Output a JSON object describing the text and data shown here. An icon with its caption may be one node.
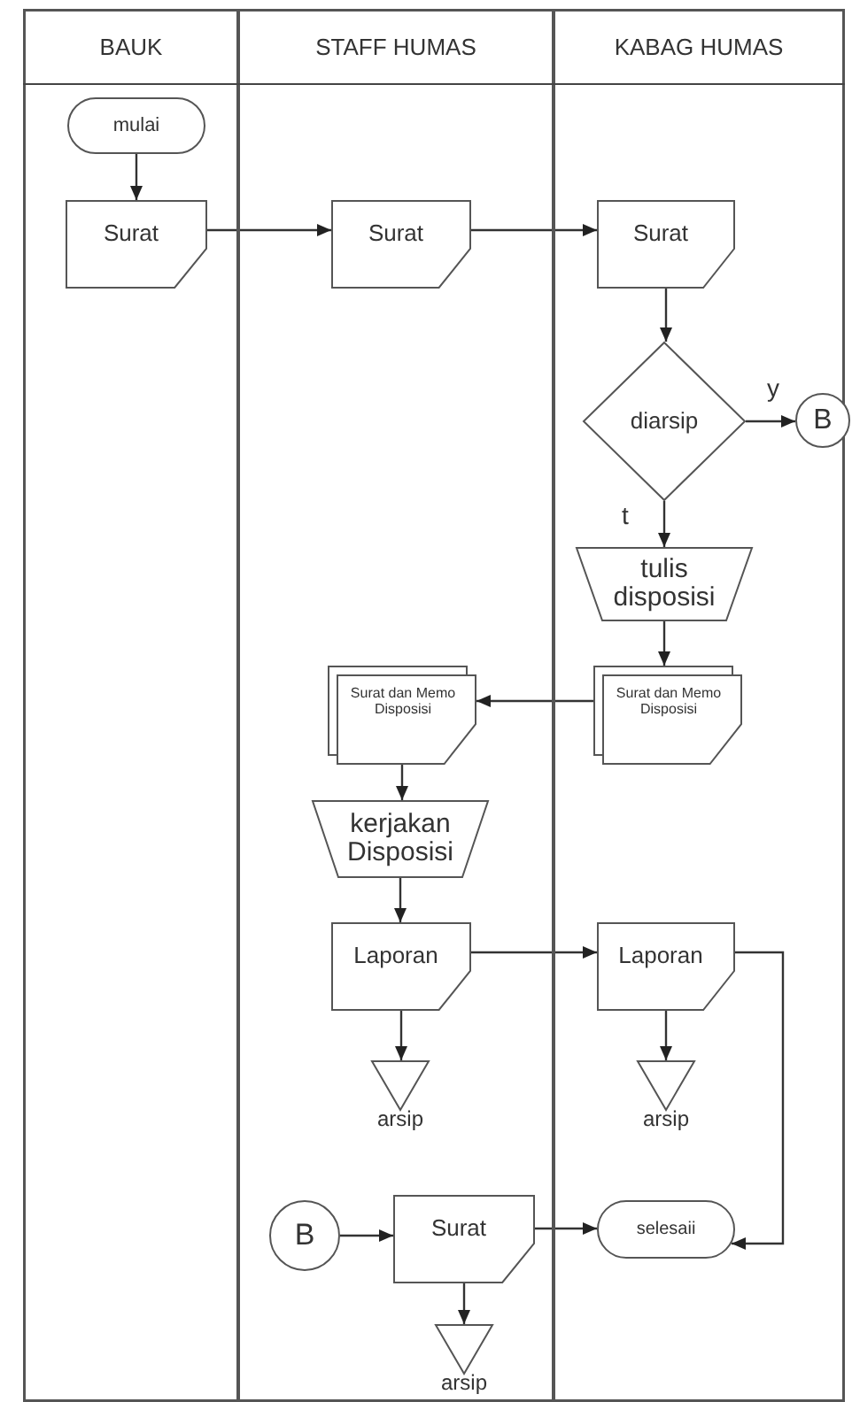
{
  "diagram": {
    "nodes": [
      {
        "text": [
          "BAUK"
        ]
      },
      {
        "text": [
          "STAFF HUMAS"
        ]
      },
      {
        "text": [
          "KABAG HUMAS"
        ]
      },
      {
        "text": [
          "mulai"
        ],
        "in": 0
      },
      {
        "text": [
          "Surat"
        ],
        "in": 0
      },
      {
        "text": [
          "Surat"
        ],
        "in": 1
      },
      {
        "text": [
          "Surat"
        ],
        "in": 2
      },
      {
        "text": [
          "diarsip"
        ],
        "in": 2
      },
      {
        "text": [
          "B"
        ]
      },
      {
        "text": [
          "tulis disposisi"
        ],
        "in": 2
      },
      {
        "text": [
          "Surat dan Memo Disposisi"
        ],
        "in": 2
      },
      {
        "text": [
          "Surat dan Memo Disposisi"
        ],
        "in": 1
      },
      {
        "text": [
          "kerjakan Disposisi"
        ],
        "in": 1
      },
      {
        "text": [
          "Laporan"
        ],
        "in": 1
      },
      {
        "text": [
          "Laporan"
        ],
        "in": 2
      },
      {
        "text": [
          "arsip"
        ],
        "in": 1
      },
      {
        "text": [
          "arsip"
        ],
        "in": 2
      },
      {
        "text": [
          "B"
        ],
        "in": 1
      },
      {
        "text": [
          "Surat"
        ],
        "in": 1
      },
      {
        "text": [
          "selesaii"
        ],
        "in": 2
      },
      {
        "text": [
          "arsip"
        ],
        "in": 1
      }
    ],
    "edges": [
      {
        "from": 3,
        "to": 4,
        "arrow": "to"
      },
      {
        "from": 4,
        "to": 5,
        "arrow": "to"
      },
      {
        "from": 5,
        "to": 6,
        "arrow": "to"
      },
      {
        "from": 6,
        "to": 7,
        "arrow": "to"
      },
      {
        "from": 7,
        "to": 8,
        "arrow": "to",
        "label": "y"
      },
      {
        "from": 7,
        "to": 9,
        "arrow": "to",
        "label": "t"
      },
      {
        "from": 9,
        "to": 10,
        "arrow": "to"
      },
      {
        "from": 10,
        "to": 11,
        "arrow": "to"
      },
      {
        "from": 11,
        "to": 12,
        "arrow": "to"
      },
      {
        "from": 12,
        "to": 13,
        "arrow": "to"
      },
      {
        "from": 13,
        "to": 14,
        "arrow": "to"
      },
      {
        "from": 13,
        "to": 15,
        "arrow": "to"
      },
      {
        "from": 14,
        "to": 16,
        "arrow": "to"
      },
      {
        "from": 14,
        "to": 19,
        "arrow": "to"
      },
      {
        "from": 17,
        "to": 18,
        "arrow": "to"
      },
      {
        "from": 18,
        "to": 19,
        "arrow": "to"
      },
      {
        "from": 18,
        "to": 20,
        "arrow": "to"
      }
    ]
  }
}
